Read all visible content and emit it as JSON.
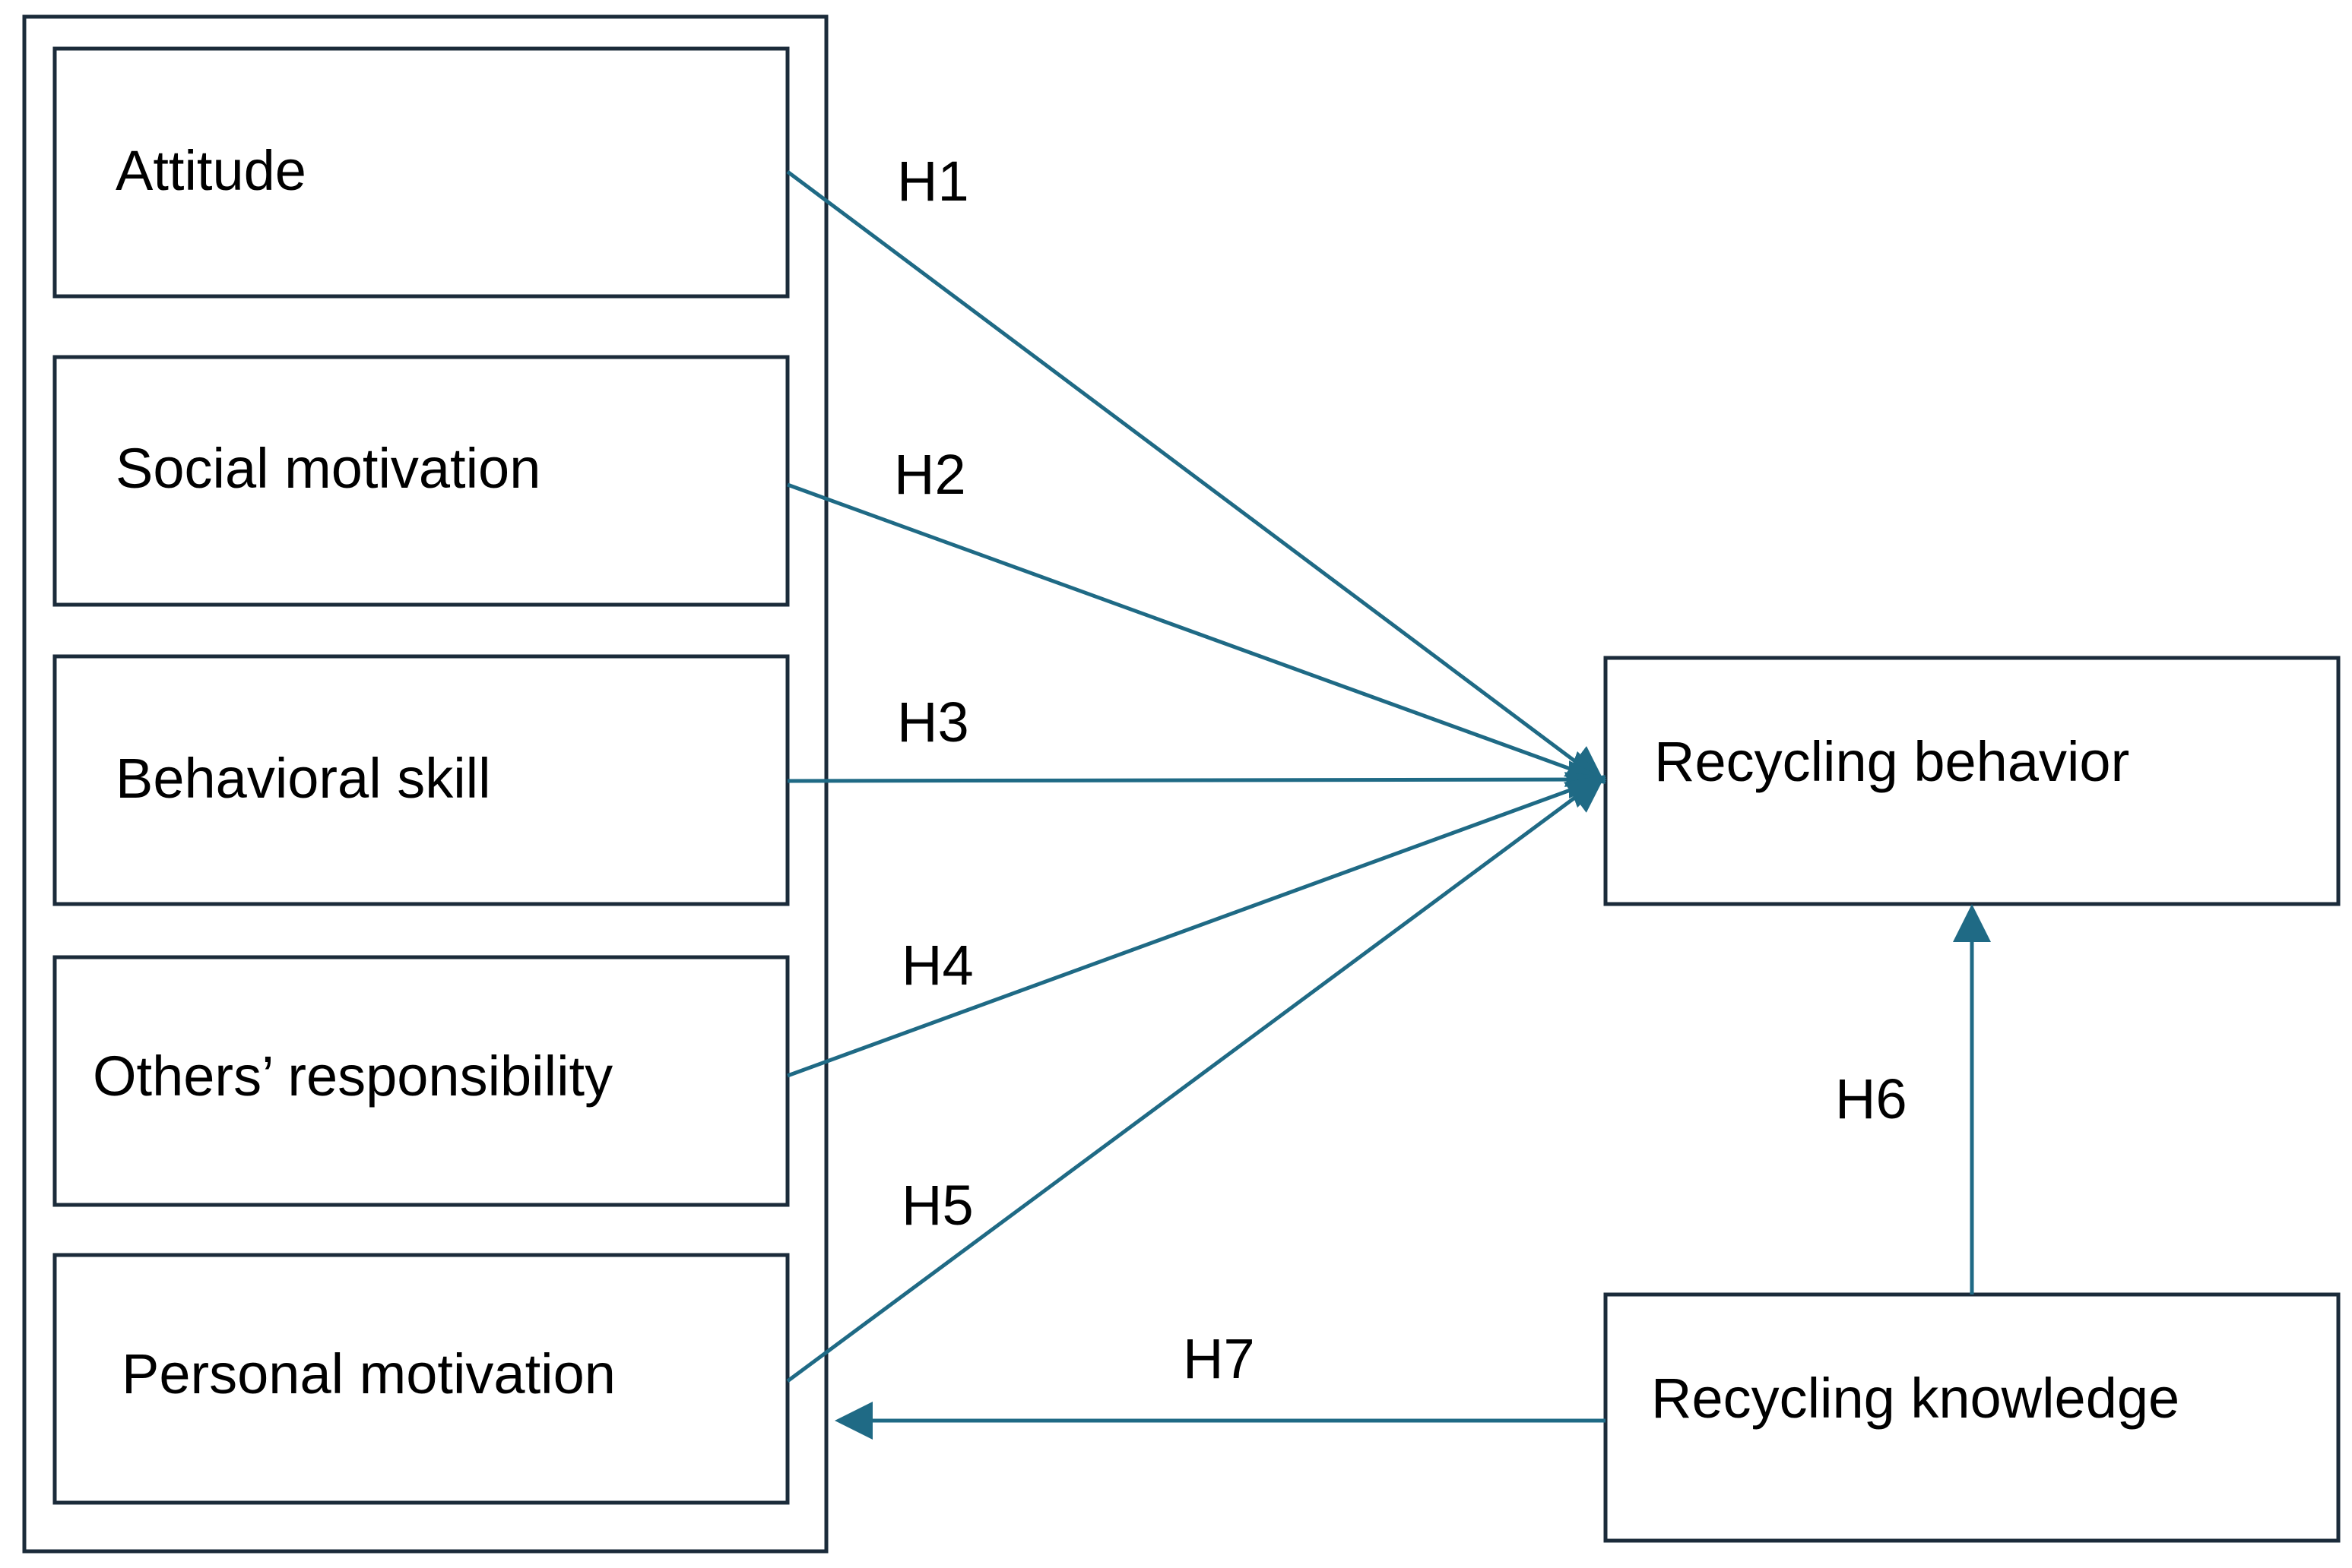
{
  "colors": {
    "box_stroke": "#1b2b3a",
    "arrow": "#1f6a85",
    "text": "#000000",
    "background": "#ffffff"
  },
  "constructs": {
    "attitude": "Attitude",
    "social_motivation": "Social motivation",
    "behavioral_skill": "Behavioral skill",
    "others_responsibility": "Others’ responsibility",
    "personal_motivation": "Personal motivation"
  },
  "outcome": {
    "recycling_behavior": "Recycling behavior"
  },
  "moderator": {
    "recycling_knowledge": "Recycling knowledge"
  },
  "hypotheses": {
    "h1": "H1",
    "h2": "H2",
    "h3": "H3",
    "h4": "H4",
    "h5": "H5",
    "h6": "H6",
    "h7": "H7"
  }
}
